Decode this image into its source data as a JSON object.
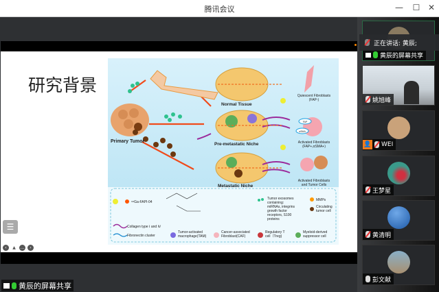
{
  "window": {
    "title": "腾讯会议",
    "controls": [
      "—",
      "☐",
      "✕"
    ]
  },
  "slide": {
    "title": "研究背景",
    "figure": {
      "labels": {
        "primary_tumor": "Primary Tumor",
        "normal_tissue": "Normal Tissue",
        "pre_metastatic": "Pre-metastatic Niche",
        "metastatic": "Metastatic Niche",
        "quiescent": "Quiescent Fibroblasts",
        "quiescent_sub": "(FAP-)",
        "activated": "Activated Fibroblasts",
        "activated_sub": "(FAP+,αSMA+)",
        "activated_tumor": "Activated Fibroblasts",
        "activated_tumor_sub": "and Tumor Cells",
        "fap": "FAP",
        "asma": "αSMA"
      },
      "legend": {
        "tracer": "⁶⁸Ga-FAPI-04",
        "exosomes": [
          "Tumor exosomes",
          "containing:",
          "miRNAs, integrins",
          "growth factor",
          "receptors, S100",
          "proteins"
        ],
        "mmps": "MMPs",
        "ctc": [
          "Circulating",
          "tumor cell"
        ],
        "collagen": "Collagen type Ⅰ and Ⅳ",
        "fibronectin": "Fibronectin cluster",
        "tam": [
          "Tumor-activated",
          "macrophage(TAM)"
        ],
        "caf": [
          "Cancer-associated",
          "Fibroblast(CAF)"
        ],
        "treg": [
          "Regulatory T",
          "cell（Treg)"
        ],
        "mdsc": [
          "Myeloid-derived",
          "suppressor cell"
        ]
      }
    }
  },
  "share_label": "黄辰的屏幕共享",
  "speaking": "正在讲话: 黄辰;",
  "participants": [
    {
      "name": "黄辰的屏幕共享",
      "mic": "on"
    },
    {
      "name": "姚旭峰",
      "mic": "muted"
    },
    {
      "name": "WEI",
      "mic": "muted"
    },
    {
      "name": "王梦星",
      "mic": "muted"
    },
    {
      "name": "黄清明",
      "mic": "muted"
    },
    {
      "name": "彭文献",
      "mic": "on"
    }
  ]
}
